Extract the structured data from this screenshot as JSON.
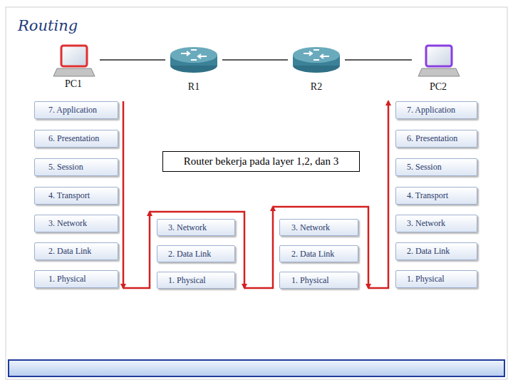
{
  "diagram": {
    "title": "Routing",
    "nodes": [
      {
        "text": [
          "PC1"
        ]
      },
      {
        "text": [
          "R1"
        ]
      },
      {
        "text": [
          "R2"
        ]
      },
      {
        "text": [
          "PC2"
        ]
      },
      {
        "text": [
          "7. Application"
        ]
      },
      {
        "text": [
          "6. Presentation"
        ]
      },
      {
        "text": [
          "5. Session"
        ]
      },
      {
        "text": [
          "4. Transport"
        ]
      },
      {
        "text": [
          "3. Network"
        ]
      },
      {
        "text": [
          "2. Data Link"
        ]
      },
      {
        "text": [
          "1. Physical"
        ]
      },
      {
        "text": [
          "3. Network"
        ]
      },
      {
        "text": [
          "2. Data Link"
        ]
      },
      {
        "text": [
          "1. Physical"
        ]
      },
      {
        "text": [
          "3. Network"
        ]
      },
      {
        "text": [
          "2. Data Link"
        ]
      },
      {
        "text": [
          "1. Physical"
        ]
      },
      {
        "text": [
          "7. Application"
        ]
      },
      {
        "text": [
          "6. Presentation"
        ]
      },
      {
        "text": [
          "5. Session"
        ]
      },
      {
        "text": [
          "4. Transport"
        ]
      },
      {
        "text": [
          "3. Network"
        ]
      },
      {
        "text": [
          "2. Data Link"
        ]
      },
      {
        "text": [
          "1. Physical"
        ]
      },
      {
        "text": [
          "Router bekerja pada layer 1,2, dan 3"
        ]
      }
    ],
    "edges": [
      {
        "from": 0,
        "to": 1,
        "arrow": "none"
      },
      {
        "from": 1,
        "to": 2,
        "arrow": "none"
      },
      {
        "from": 2,
        "to": 3,
        "arrow": "none"
      }
    ]
  }
}
